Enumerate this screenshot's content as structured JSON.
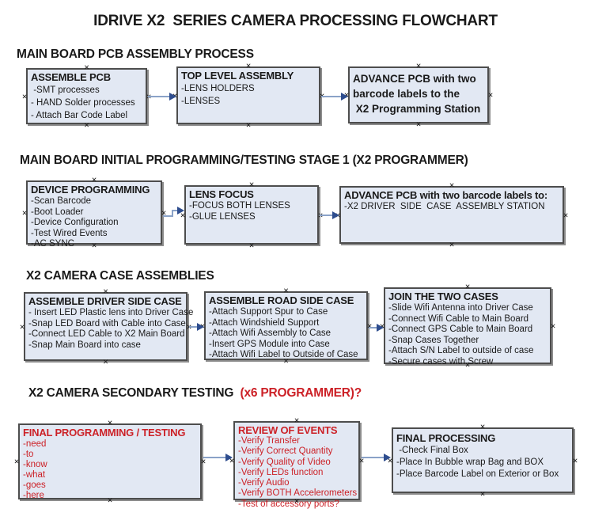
{
  "page_title": "IDRIVE X2  SERIES CAMERA PROCESSING FLOWCHART",
  "icons": {
    "connection_marker": "✕"
  },
  "colors": {
    "box_fill": "#e2e8f3",
    "box_border": "#4d4d4d",
    "box_shadow": "#8c8c8c",
    "arrow_line": "#8aa2c8",
    "arrow_head": "#2e4d8e",
    "red_text": "#cc2127",
    "text": "#1a1a1a",
    "background": "#ffffff"
  },
  "sections": [
    {
      "header": "MAIN BOARD PCB ASSEMBLY PROCESS",
      "boxes": [
        {
          "title": "ASSEMBLE PCB",
          "lines": [
            " -SMT processes",
            "- HAND Solder processes",
            "- Attach Bar Code Label"
          ]
        },
        {
          "title": "TOP LEVEL ASSEMBLY",
          "lines": [
            "-LENS HOLDERS",
            "-LENSES"
          ]
        },
        {
          "title_lines": [
            "ADVANCE PCB with two",
            "barcode labels to the",
            " X2 Programming Station"
          ]
        }
      ]
    },
    {
      "header": "MAIN BOARD INITIAL PROGRAMMING/TESTING STAGE 1 (X2 PROGRAMMER)",
      "boxes": [
        {
          "title": "DEVICE PROGRAMMING",
          "lines": [
            "-Scan Barcode",
            "-Boot Loader",
            "-Device Configuration",
            "-Test Wired Events",
            "-AC SYNC"
          ]
        },
        {
          "title": "LENS FOCUS",
          "lines": [
            "-FOCUS BOTH LENSES",
            "-GLUE LENSES"
          ]
        },
        {
          "title": "ADVANCE PCB with two barcode labels to:",
          "lines": [
            "-X2 DRIVER  SIDE  CASE  ASSEMBLY STATION"
          ]
        }
      ]
    },
    {
      "header": "X2 CAMERA CASE ASSEMBLIES",
      "boxes": [
        {
          "title": "ASSEMBLE DRIVER SIDE CASE",
          "lines": [
            "- Insert LED Plastic lens into Driver Case",
            "-Snap LED Board with Cable into Case",
            "-Connect LED Cable to X2 Main Board",
            "-Snap Main Board into case"
          ]
        },
        {
          "title": "ASSEMBLE ROAD SIDE CASE",
          "lines": [
            "-Attach Support Spur to Case",
            "-Attach Windshield Support",
            "-Attach Wifi Assembly to Case",
            "-Insert GPS Module into Case",
            "-Attach Wifi Label to Outside of Case"
          ]
        },
        {
          "title": "JOIN THE TWO CASES",
          "lines": [
            "-Slide Wifi Antenna into Driver Case",
            "-Connect Wifi Cable to Main Board",
            "-Connect GPS Cable to Main Board",
            "-Snap Cases Together",
            "-Attach S/N Label to outside of case",
            "-Secure cases with Screw"
          ]
        }
      ]
    },
    {
      "header": "X2 CAMERA SECONDARY TESTING  ",
      "header_red": "(x6 PROGRAMMER)?",
      "boxes": [
        {
          "title": "FINAL PROGRAMMING / TESTING",
          "lines": [
            "-need",
            "-to",
            "-know",
            "-what",
            "-goes",
            "-here"
          ]
        },
        {
          "title": "REVIEW OF EVENTS",
          "lines": [
            "-Verify Transfer",
            "-Verify Correct Quantity",
            "-Verify Quality of Video",
            "-Verify LEDs function",
            "-Verify Audio",
            "-Verify BOTH Accelerometers",
            "-Test of accessory ports?"
          ]
        },
        {
          "title": "FINAL PROCESSING",
          "lines": [
            " -Check Final Box",
            "-Place In Bubble wrap Bag and BOX",
            "-Place Barcode Label on Exterior or Box"
          ]
        }
      ]
    }
  ]
}
